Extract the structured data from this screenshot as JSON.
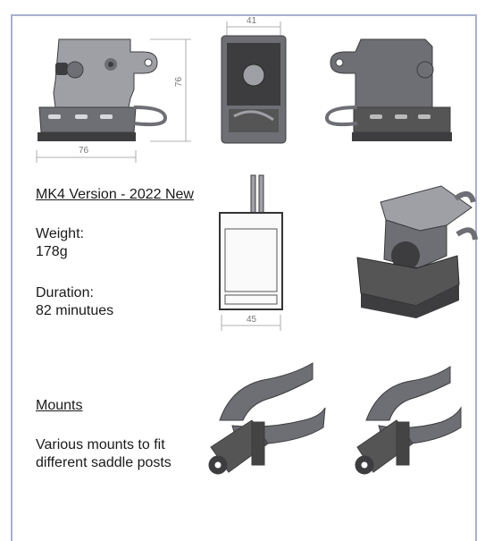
{
  "heading": "MK4 Version - 2022 New",
  "weight": {
    "label": "Weight:",
    "value": "178g"
  },
  "duration": {
    "label": "Duration:",
    "value": "82 minutues"
  },
  "mounts": {
    "title": "Mounts",
    "desc_line1": "Various mounts to fit",
    "desc_line2": "different saddle posts"
  },
  "dimensions": {
    "front_top": "41",
    "side_height": "76",
    "side_width": "76",
    "bottom_width": "45"
  },
  "colors": {
    "frame": "#a7b0cf",
    "part_dark": "#3d3d40",
    "part_mid": "#6e6f74",
    "part_light": "#9fa0a6"
  }
}
